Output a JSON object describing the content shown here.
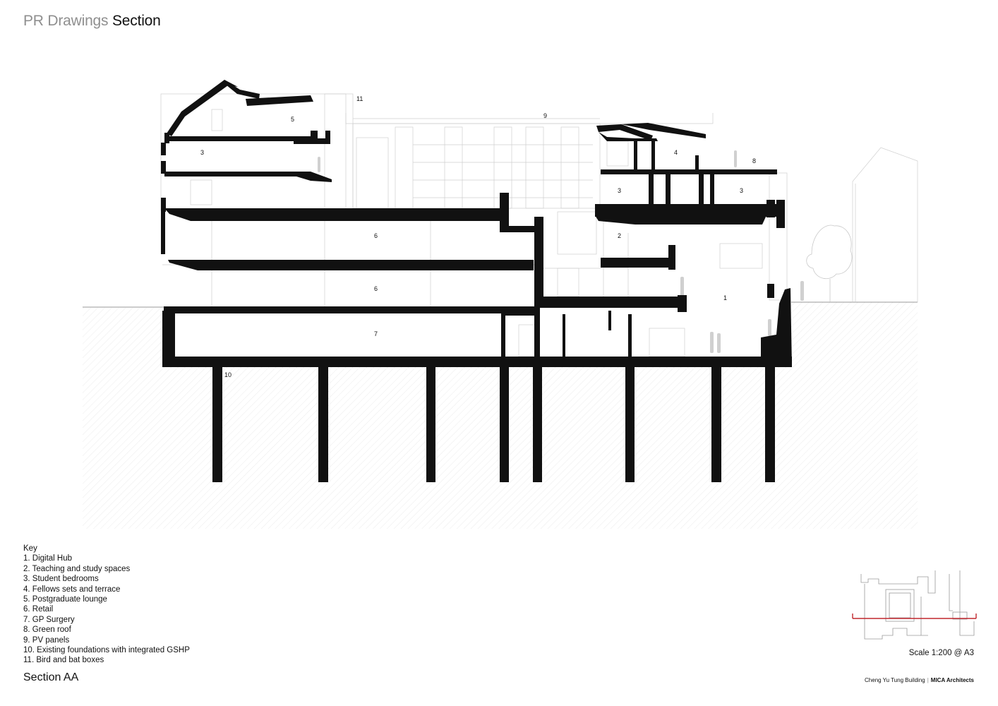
{
  "header": {
    "prefix": "PR Drawings",
    "title": "Section"
  },
  "room_labels": [
    "1",
    "2",
    "3",
    "3",
    "3",
    "4",
    "5",
    "6",
    "6",
    "7",
    "8",
    "9",
    "10",
    "11"
  ],
  "key": {
    "title": "Key",
    "items": [
      "1. Digital Hub",
      "2. Teaching and study spaces",
      "3. Student bedrooms",
      "4. Fellows sets and terrace",
      "5. Postgraduate lounge",
      "6. Retail",
      "7. GP Surgery",
      "8. Green roof",
      "9. PV panels",
      "10. Existing foundations with integrated GSHP",
      "11. Bird and bat boxes"
    ]
  },
  "section_title": "Section AA",
  "scale": "Scale 1:200 @ A3",
  "footer": {
    "project": "Cheng Yu Tung Building",
    "separator": "|",
    "firm": "MICA Architects"
  },
  "colors": {
    "ink": "#111111",
    "hatch": "#e6e6e6",
    "section_line": "#c0262d",
    "muted": "#8f8f8f"
  }
}
